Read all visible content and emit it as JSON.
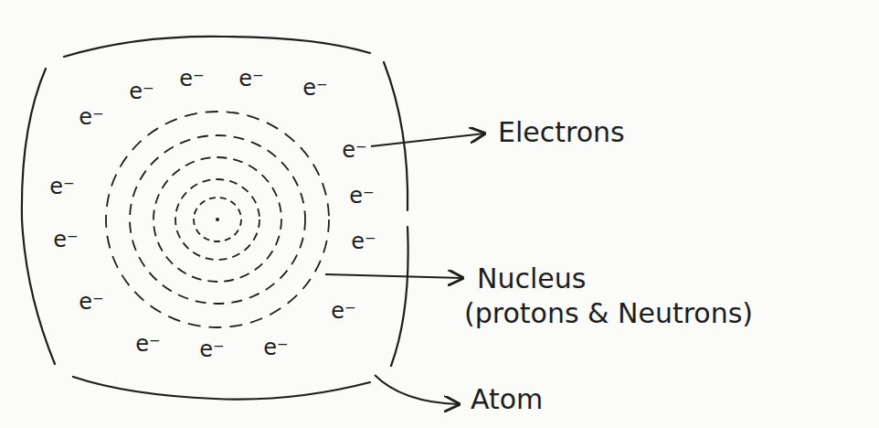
{
  "diagram": {
    "labels": [
      "e⁻",
      "e⁻",
      "e⁻",
      "e⁻",
      "e⁻",
      "e⁻",
      "e⁻",
      "e⁻",
      "e⁻",
      "e⁻",
      "e⁻",
      "e⁻",
      "e⁻",
      "e⁻",
      "e⁻",
      "Electrons",
      "Nucleus",
      "(protons & Neutrons)",
      "Atom"
    ]
  }
}
